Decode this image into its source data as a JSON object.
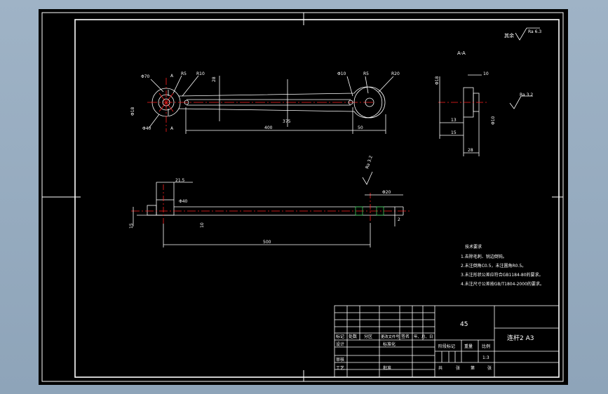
{
  "notes": {
    "roughness_other": "其余",
    "ra_main": "Ra 6.3",
    "ra_side": "Ra 3.2",
    "ra_elev": "Ra 3.2",
    "section_label": "A-A",
    "title": "技术要求",
    "items": [
      "1.去除毛刺、锐边倒钝。",
      "2.未注倒角C0.5，未注圆角R0.5。",
      "3.未注形状公差应符合GB1184-80的要求。",
      "4.未注尺寸公差按GB/T1804-2000的要求。"
    ]
  },
  "dims": {
    "phi70": "Φ70",
    "r5a": "R5",
    "r10a": "R10",
    "phi40": "Φ40",
    "phi18": "Φ18",
    "a_top": "A",
    "a_bot": "A",
    "d28": "28",
    "d400": "400",
    "d375": "375",
    "d50": "50",
    "phi10": "Φ10",
    "r5b": "R5",
    "r20": "R20",
    "sec_d10": "10",
    "sec_phi": "Φ18",
    "sec_phi_b": "Φ10",
    "sec_13": "13",
    "sec_15": "15",
    "sec_28": "28",
    "elev_21": "21.5",
    "elev_phi40": "Φ40",
    "elev_phi20": "Φ20",
    "elev_15": "15",
    "elev_10": "10",
    "elev_500": "500",
    "elev_2": "2"
  },
  "titleblock": {
    "material": "45",
    "part_name": "连杆2 A3",
    "h_mark": "标记",
    "h_count": "处数",
    "h_zone": "分区",
    "h_docno": "更改文件号",
    "h_sign": "签名",
    "h_date": "年、月、日",
    "r_design": "设计",
    "r_standard": "标准化",
    "r_stage": "阶段标记",
    "r_weight": "重量",
    "r_scale": "比例",
    "scale_value": "1:3",
    "r_review": "审核",
    "r_process": "工艺",
    "r_approve": "批准",
    "r_total": "共",
    "r_sheet": "张",
    "r_no": "第",
    "r_sheet2": "张"
  }
}
